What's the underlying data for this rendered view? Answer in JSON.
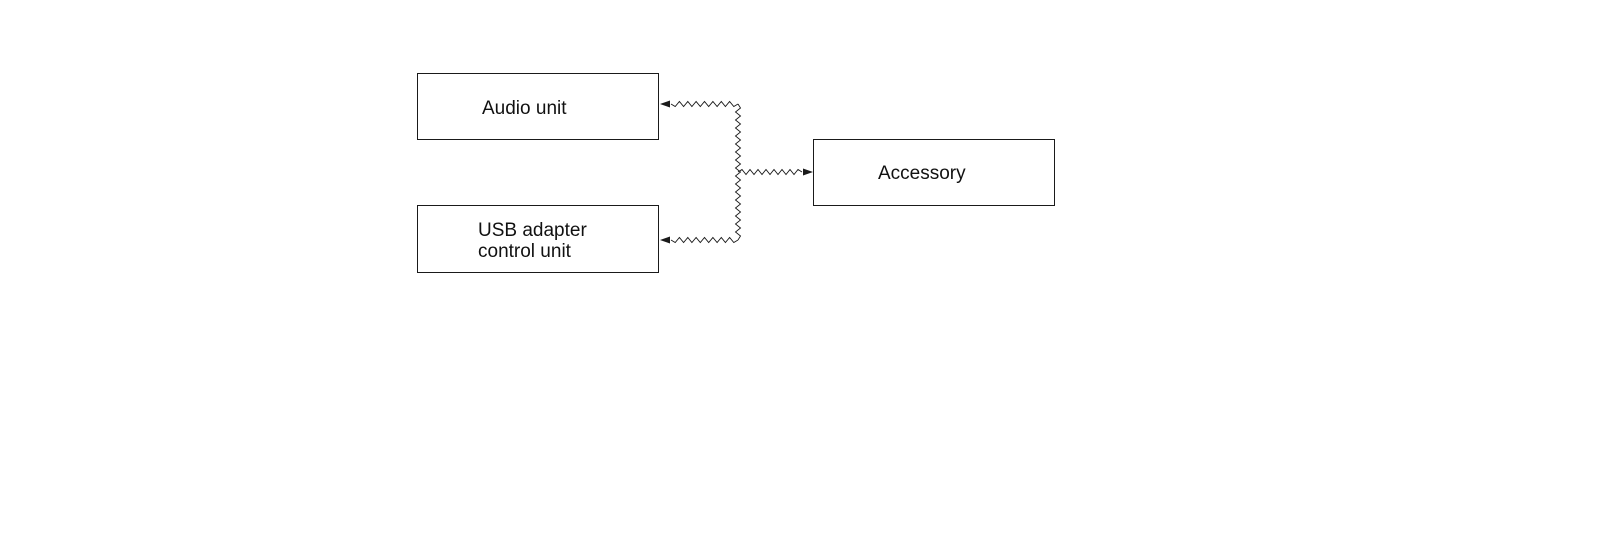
{
  "diagram": {
    "nodes": {
      "audio_unit": {
        "lines": [
          "Audio unit"
        ]
      },
      "usb_adapter_control_unit": {
        "lines": [
          "USB adapter",
          "control unit"
        ]
      },
      "accessory": {
        "lines": [
          "Accessory"
        ]
      }
    },
    "connections": [
      {
        "from": "accessory",
        "to": "audio_unit",
        "style": "wavy-line",
        "arrow": "end"
      },
      {
        "from": "accessory",
        "to": "usb_adapter_control_unit",
        "style": "wavy-line",
        "arrow": "end"
      },
      {
        "from": "audio_unit",
        "to": "accessory",
        "style": "wavy-line",
        "arrow": "end"
      }
    ],
    "colors": {
      "line": "#1a1a1a",
      "background": "#ffffff"
    }
  }
}
